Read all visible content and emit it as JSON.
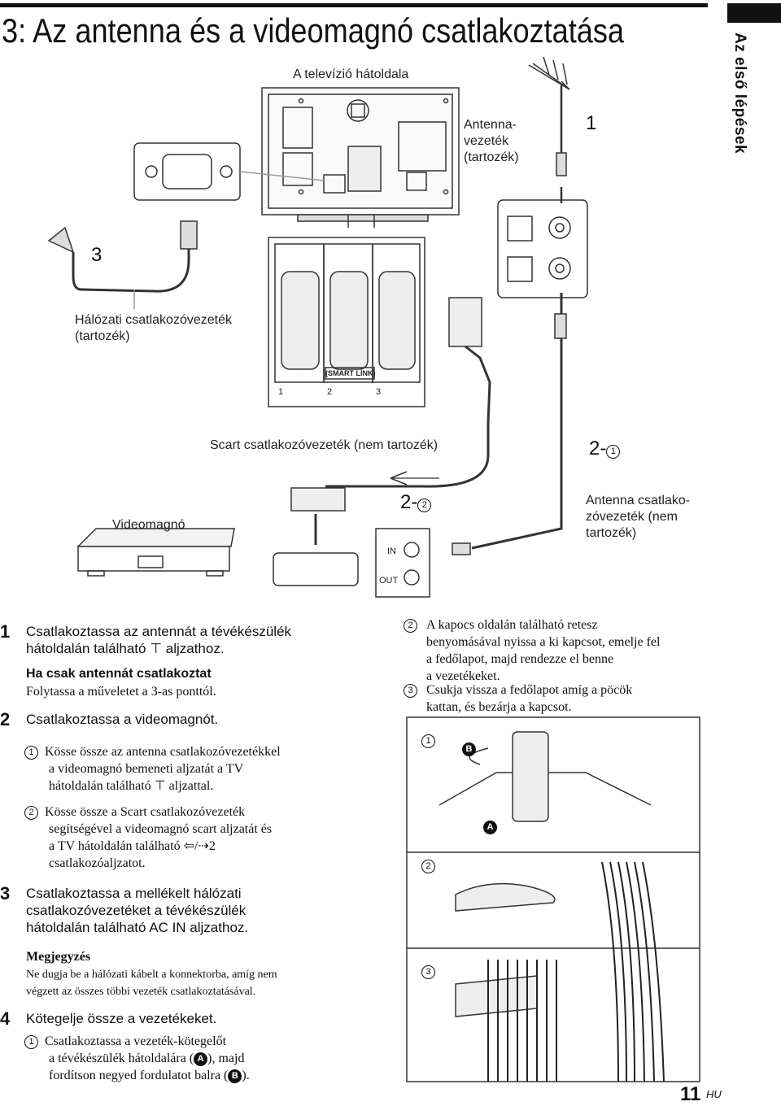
{
  "page": {
    "title": "3: Az antenna és a videomagnó csatlakoztatása",
    "side_tab": "Az első lépések",
    "number": "11",
    "lang": "HU"
  },
  "diagram": {
    "tv_back_label": "A televízió hátoldala",
    "antenna_cable_label": "Antenna-\nvezeték\n(tartozék)",
    "step1_marker": "1",
    "step3_marker": "3",
    "power_cord_label": "Hálózati csatlakozóvezeték\n(tartozék)",
    "smart_link_label": "(SMART LINK)",
    "scart_num_1": "1",
    "scart_num_2": "2",
    "scart_num_3": "3",
    "scart_cable_label": "Scart csatlakozóvezeték (nem tartozék)",
    "step2_1_marker": "2-",
    "step2_2_marker": "2-",
    "vcr_label": "Videomagnó",
    "vcr_in_label": "IN",
    "vcr_out_label": "OUT",
    "ant_conn_cable_label": "Antenna csatlako-\nzóvezeték (nem\ntartozék)",
    "circ_1": "1",
    "circ_2": "2"
  },
  "instructions": {
    "s1_num": "1",
    "s1_text_a": "Csatlakoztassa az antennát a tévékészülék",
    "s1_text_b": "hátoldalán található",
    "s1_text_c": "aljzathoz.",
    "s1_note_head": "Ha csak antennát csatlakoztat",
    "s1_note_body": "Folytassa a műveletet a 3-as ponttól.",
    "s2_num": "2",
    "s2_text": "Csatlakoztassa a videomagnót.",
    "s2_sub1_mark": "1",
    "s2_sub1_a": "Kösse össze az antenna csatlakozóvezetékkel",
    "s2_sub1_b": "a videomagnó bemeneti aljzatát a TV",
    "s2_sub1_c": "hátoldalán található",
    "s2_sub1_d": "aljzattal.",
    "s2_sub2_mark": "2",
    "s2_sub2_a": "Kösse össze a Scart csatlakozóvezeték",
    "s2_sub2_b": "segítségével a videomagnó scart aljzatát és",
    "s2_sub2_c": "a TV hátoldalán található",
    "s2_sub2_d": "/",
    "s2_sub2_e": "2",
    "s2_sub2_f": "csatlakozóaljzatot.",
    "s3_num": "3",
    "s3_text": "Csatlakoztassa a mellékelt hálózati\ncsatlakozóvezetéket a tévékészülék\nhátoldalán található AC IN aljzathoz.",
    "note_head": "Megjegyzés",
    "note_body_a": "Ne dugja be a hálózati kábelt a konnektorba, amíg nem",
    "note_body_b": "végzett az összes többi vezeték csatlakoztatásával.",
    "s4_num": "4",
    "s4_text": "Kötegelje össze a vezetékeket.",
    "s4_sub1_mark": "1",
    "s4_sub1_a": "Csatlakoztassa a vezeték-kötegelőt",
    "s4_sub1_b": "a tévékészülék hátoldalára (",
    "s4_sub1_A": "A",
    "s4_sub1_c": "), majd",
    "s4_sub1_d": "fordítson negyed fordulatot balra (",
    "s4_sub1_B": "B",
    "s4_sub1_e": ").",
    "r_sub2_mark": "2",
    "r_sub2_text": "A kapocs oldalán található retesz\nbenyomásával nyissa a ki kapcsot, emelje fel\na fedőlapot, majd rendezze el benne\na vezetékeket.",
    "r_sub3_mark": "3",
    "r_sub3_text": "Csukja vissza a fedőlapot amíg a pöcök\nkattan, és bezárja a kapcsot.",
    "fig_label_1": "1",
    "fig_label_2": "2",
    "fig_label_3": "3",
    "fig_label_A": "A",
    "fig_label_B": "B"
  }
}
